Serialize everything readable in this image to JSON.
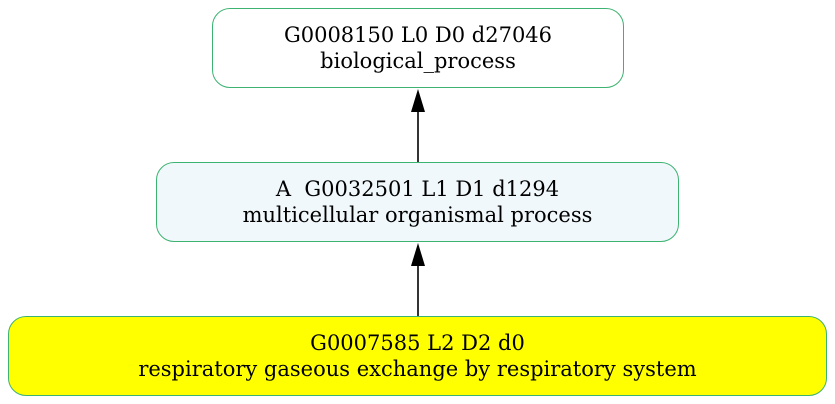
{
  "nodes": [
    {
      "id": "root",
      "line1": "G0008150 L0 D0 d27046",
      "line2": "biological_process",
      "fill": "#ffffff",
      "border": "#3cb371"
    },
    {
      "id": "mid",
      "line1": "A  G0032501 L1 D1 d1294",
      "line2": "multicellular organismal process",
      "fill": "#f0f8fb",
      "border": "#3cb371"
    },
    {
      "id": "leaf",
      "line1": "G0007585 L2 D2 d0",
      "line2": "respiratory gaseous exchange by respiratory system",
      "fill": "#ffff00",
      "border": "#3cb371"
    }
  ],
  "edges": [
    {
      "from": "mid",
      "to": "root"
    },
    {
      "from": "leaf",
      "to": "mid"
    }
  ],
  "colors": {
    "edge": "#000000",
    "node_border": "#3cb371"
  }
}
